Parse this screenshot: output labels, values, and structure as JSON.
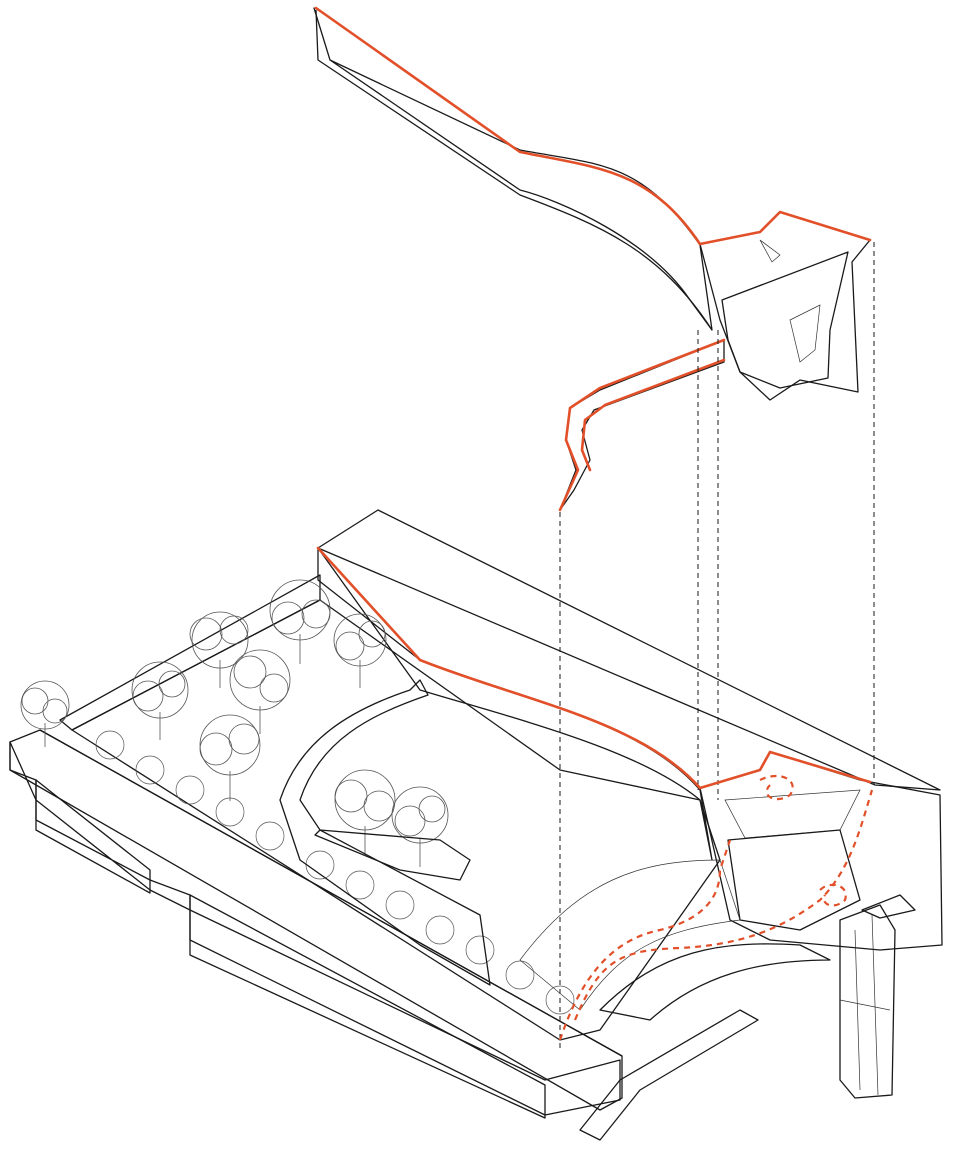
{
  "diagram": {
    "type": "exploded axonometric drawing",
    "colors": {
      "accent": "#e2502a",
      "line": "#1a1a1a",
      "hatch": "#8a8a8a",
      "tree": "#555555",
      "background": "#ffffff"
    },
    "components": [
      {
        "name": "upper-roof-shell",
        "highlighted": true
      },
      {
        "name": "ramp-stair",
        "highlighted": true
      },
      {
        "name": "main-building-volume",
        "highlighted": false
      },
      {
        "name": "roof-garden-trees",
        "highlighted": false
      },
      {
        "name": "promenade-path",
        "highlighted": false
      },
      {
        "name": "amphitheater-steps",
        "highlighted": false
      },
      {
        "name": "sculpture-tower",
        "highlighted": false
      }
    ],
    "projection_lines": 4,
    "circulation_path_style": "dashed"
  }
}
